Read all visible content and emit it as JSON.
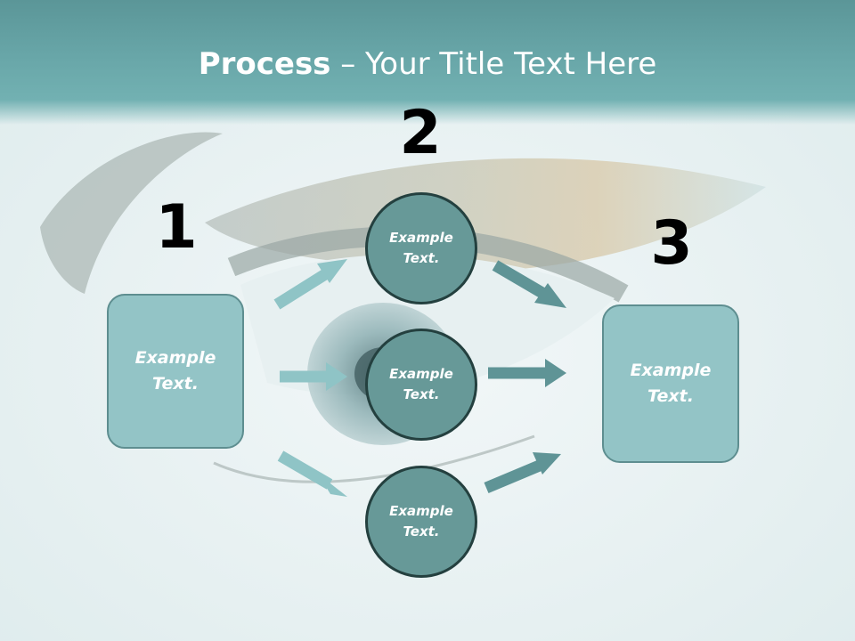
{
  "slide": {
    "title_bold": "Process",
    "title_rest": " – Your Title Text Here"
  },
  "steps": {
    "one": "1",
    "two": "2",
    "three": "3"
  },
  "left_box": {
    "text": "Example\nText."
  },
  "right_box": {
    "text": "Example\nText."
  },
  "circles": [
    {
      "text": "Example\nText."
    },
    {
      "text": "Example\nText."
    },
    {
      "text": "Example\nText."
    }
  ],
  "colors": {
    "header": "#68a6a8",
    "box_fill": "#93c4c6",
    "circle_fill": "#679998",
    "arrow_light": "#8fc4c6",
    "arrow_dark": "#5f9496"
  }
}
